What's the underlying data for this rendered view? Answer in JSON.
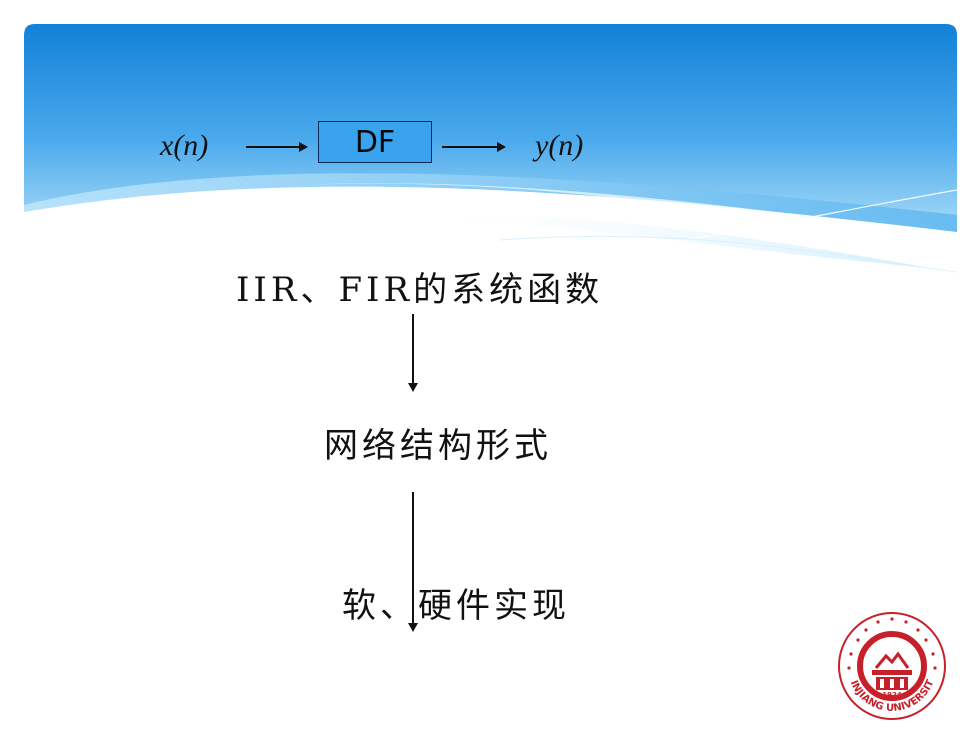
{
  "diagram": {
    "input_label": "x(n)",
    "block_label": "DF",
    "output_label": "y(n)"
  },
  "flow": [
    {
      "text": "IIR、FIR的系统函数"
    },
    {
      "text": "网络结构形式"
    },
    {
      "text": "软、硬件实现"
    }
  ],
  "logo": {
    "year": "1924",
    "name": "XINJIANG UNIVERSITY"
  },
  "colors": {
    "banner_dark": "#1281d8",
    "banner_light": "#7fc6f2",
    "block_fill": "#3aa3ee",
    "seal_red": "#c8202a"
  }
}
